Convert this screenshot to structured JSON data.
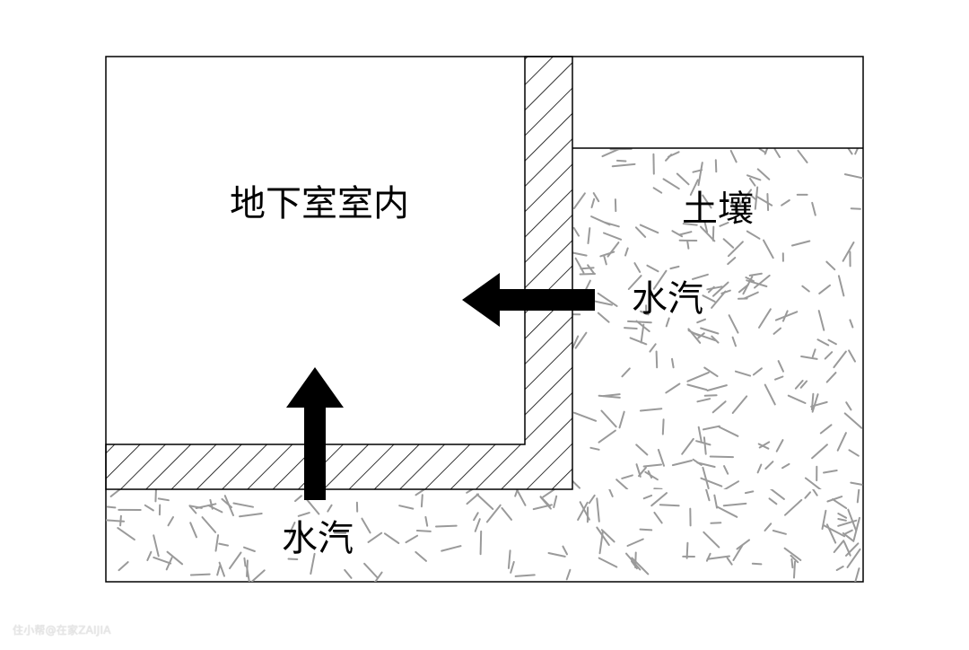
{
  "labels": {
    "interior": "地下室室内",
    "soil": "土壤",
    "vapor_side": "水汽",
    "vapor_bottom": "水汽"
  },
  "watermark": "住小帮@在家ZAIJIA",
  "colors": {
    "line": "#000000",
    "arrow": "#000000",
    "soil_speck": "#9a9a9a",
    "background": "#ffffff"
  }
}
